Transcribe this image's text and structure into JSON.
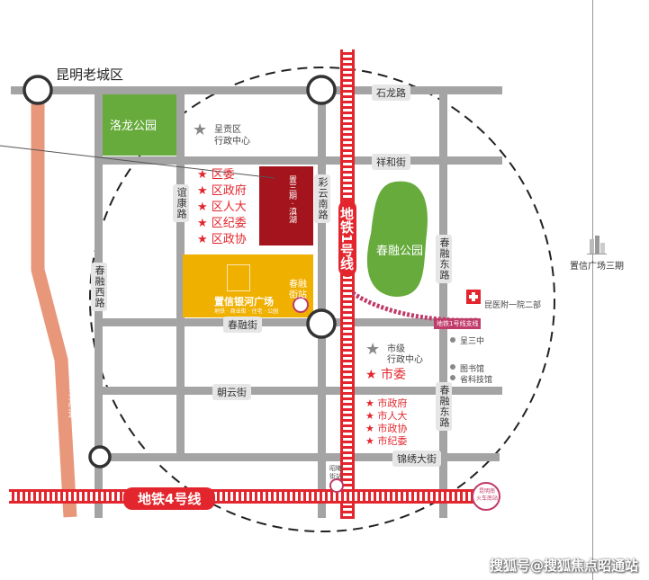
{
  "map": {
    "old_city": "昆明老城区",
    "park_luolong": "洛龙公园",
    "park_chunrong": "春融公园",
    "admin_district": [
      "呈贡区",
      "行政中心"
    ],
    "admin_city": [
      "市级",
      "行政中心"
    ],
    "district_offices": [
      "区委",
      "区政府",
      "区人大",
      "区纪委",
      "区政协"
    ],
    "city_committee": "市委",
    "city_offices": [
      "市政府",
      "市人大",
      "市政协",
      "市纪委"
    ],
    "project_name": "置信银河广场",
    "project_sub": "地铁 · 商业街 · 住宅 · 公园",
    "tower_label": "置三期 · 滇湖",
    "station_chunrong": [
      "春融",
      "街站"
    ],
    "station_bottom": [
      "昭曦",
      "街站"
    ],
    "hospital": "昆医附一院二部",
    "metro_branch": "地铁1号线支线",
    "school": "呈三中",
    "library": "图书馆",
    "museum": "省科技馆",
    "train_station": [
      "昆明南",
      "火车南站"
    ],
    "side_label": "置信广场三期",
    "roads": {
      "shilong": "石龙路",
      "xianghe": "祥和街",
      "chunrong_st": "春融街",
      "chaoyun": "朝云街",
      "jinxiu": "锦绣大街",
      "caiyun_s": "彩云南路",
      "yikang": "谊康路",
      "chunrong_w": "春融西路",
      "chunrong_e": "春融东路",
      "kunyu": "昆玉高速"
    },
    "metro1": "地铁1号线",
    "metro4": "地铁4号线",
    "watermark": "搜狐号@搜狐焦点昭通站",
    "colors": {
      "road": "#a4a4a4",
      "park": "#66ab3c",
      "metro": "#e3262d",
      "project": "#f0b000",
      "tower": "#a3141c",
      "expressway": "#e8977b",
      "branch": "#c03a6a"
    }
  }
}
